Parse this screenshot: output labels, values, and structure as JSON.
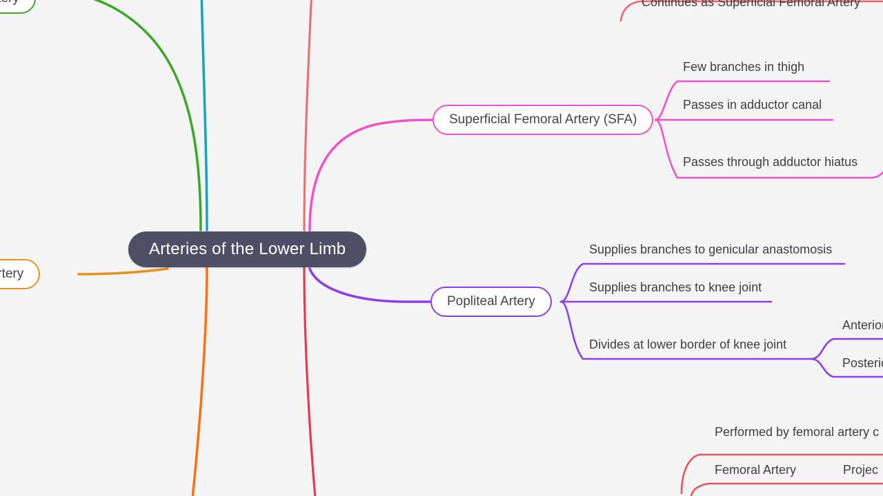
{
  "mindmap": {
    "background_color": "#f4f4f4",
    "root": {
      "label": "Arteries of the Lower Limb",
      "fill_color": "#4e4e66",
      "text_color": "#ffffff"
    },
    "branches": [
      {
        "id": "superficial-femoral-artery",
        "label": "Superficial Femoral Artery (SFA)",
        "color": "#ee52c8",
        "children": [
          {
            "label": "Few branches in thigh"
          },
          {
            "label": "Passes in adductor canal"
          },
          {
            "label": "Passes through adductor hiatus"
          }
        ]
      },
      {
        "id": "popliteal-artery",
        "label": "Popliteal Artery",
        "color": "#8b3fe8",
        "children": [
          {
            "label": "Supplies branches to genicular anastomosis"
          },
          {
            "label": "Supplies branches to knee joint"
          },
          {
            "label": "Divides at lower border of knee joint",
            "children": [
              {
                "label": "Anterior Tibial Artery",
                "clipped": true
              },
              {
                "label": "Posterior Tibial Artery",
                "clipped": true
              }
            ]
          }
        ]
      },
      {
        "id": "peroneal-artery",
        "label": "eal Artery",
        "color": "#e8901e",
        "clipped": true
      },
      {
        "id": "tibial-artery-top-left",
        "label": "ial Artery",
        "color": "#3fa62c",
        "clipped": true
      },
      {
        "id": "continues-as-sfa",
        "label": "Continues as Superficial Femoral Artery",
        "color": "#e8686e",
        "clipped": true
      },
      {
        "id": "femoral-puncture",
        "color": "#e8505b",
        "children": [
          {
            "label": "Performed by femoral artery c",
            "clipped": true
          },
          {
            "label": "Femoral Artery"
          },
          {
            "label": "Projec",
            "clipped": true
          }
        ]
      }
    ],
    "offscreen_edges": [
      {
        "id": "edge-green-up",
        "color": "#3fa62c"
      },
      {
        "id": "edge-teal-up",
        "color": "#18a3bf"
      },
      {
        "id": "edge-salmon-up",
        "color": "#e57373"
      },
      {
        "id": "edge-orange-down",
        "color": "#f97316"
      },
      {
        "id": "edge-crimson-down",
        "color": "#e63950"
      }
    ]
  }
}
